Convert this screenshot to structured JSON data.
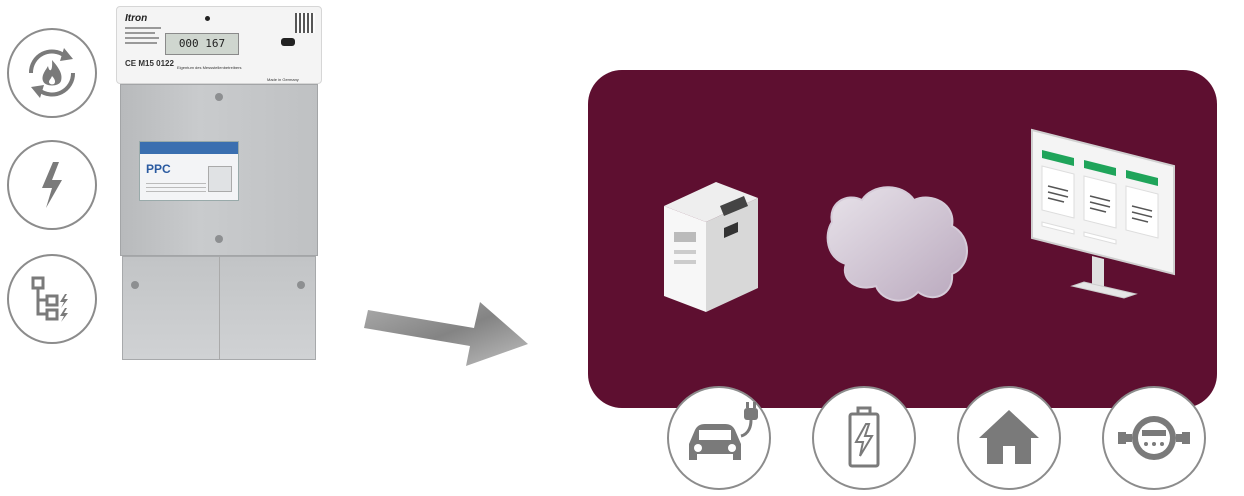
{
  "meter": {
    "brand": "Itron",
    "display_reading": "000 167",
    "ce_mark": "CE M15 0122",
    "tariff_label": "Eigentum des Messstellenbetreibers",
    "made_in": "Made in Germany",
    "module_brand": "PPC"
  },
  "left_icons": [
    "gas-heat-cycle-icon",
    "lightning-icon",
    "grid-network-icon"
  ],
  "panel_items": [
    "gateway-device",
    "cloud",
    "dashboard-monitor"
  ],
  "bottom_icons": [
    "ev-charging-car-icon",
    "battery-icon",
    "home-icon",
    "water-meter-icon"
  ],
  "colors": {
    "panel": "#5e0f30",
    "dashboard_accent": "#1fa45a",
    "icon_gray": "#8c8c8c"
  }
}
